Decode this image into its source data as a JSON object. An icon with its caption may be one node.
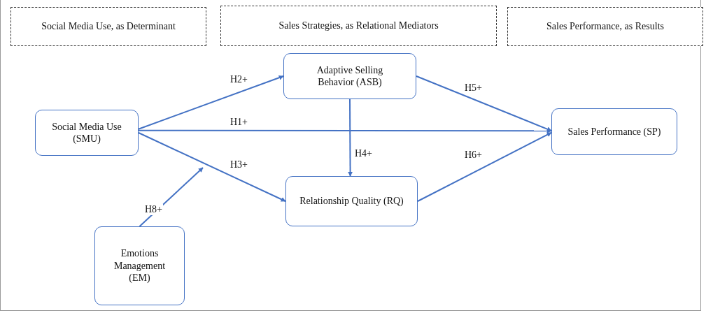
{
  "diagram": {
    "nodes": [
      {
        "text": [
          "Social Media Use, as Determinant"
        ]
      },
      {
        "text": [
          "Sales Strategies, as Relational  Mediators"
        ]
      },
      {
        "text": [
          "Sales Performance, as Results"
        ]
      },
      {
        "text": [
          "Social Media Use (SMU)"
        ]
      },
      {
        "text": [
          "Adaptive Selling Behavior (ASB)"
        ]
      },
      {
        "text": [
          "Sales Performance (SP)"
        ]
      },
      {
        "text": [
          "Relationship Quality (RQ)"
        ]
      },
      {
        "text": [
          "Emotions Management (EM)"
        ]
      }
    ],
    "edges": [
      {
        "from": 3,
        "to": 4,
        "arrow": "to",
        "label": "H2+"
      },
      {
        "from": 3,
        "to": 5,
        "arrow": "to",
        "label": "H1+"
      },
      {
        "from": 3,
        "to": 6,
        "arrow": "to",
        "label": "H3+"
      },
      {
        "from": 4,
        "to": 6,
        "arrow": "to",
        "label": "H4+"
      },
      {
        "from": 4,
        "to": 5,
        "arrow": "to",
        "label": "H5+"
      },
      {
        "from": 6,
        "to": 5,
        "arrow": "to",
        "label": "H6+"
      },
      {
        "from": 7,
        "to": null,
        "arrow": "to",
        "label": "H8+"
      }
    ]
  }
}
